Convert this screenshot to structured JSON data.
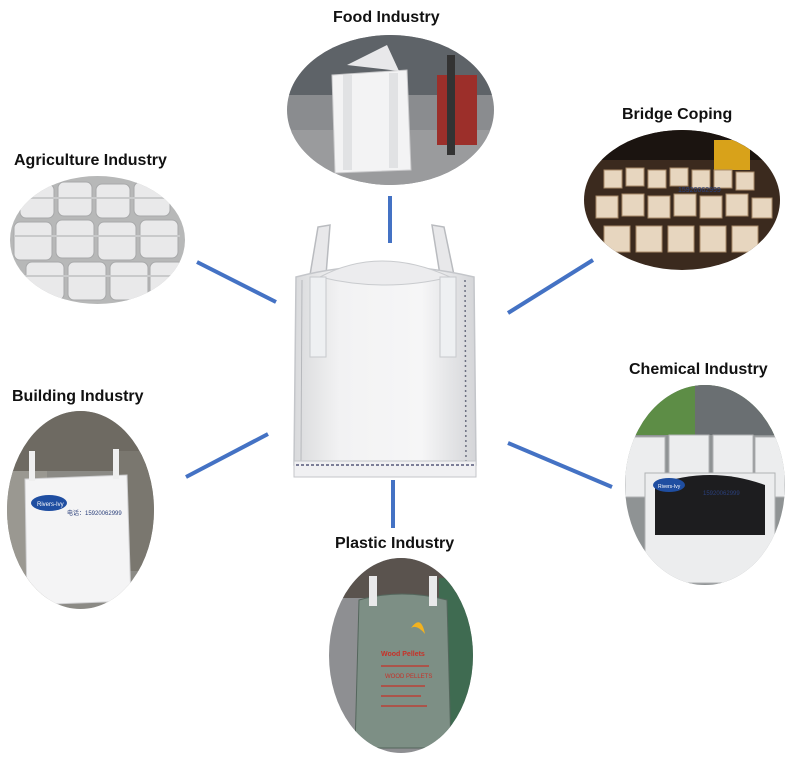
{
  "labels": {
    "food": "Food Industry",
    "bridge": "Bridge Coping",
    "agriculture": "Agriculture Industry",
    "building": "Building Industry",
    "chemical": "Chemical Industry",
    "plastic": "Plastic Industry"
  },
  "photo_text": {
    "building_logo": "Rivers-Ivy",
    "building_phone": "电话：15920062999",
    "chemical_logo": "Rivers-Ivy",
    "bridge_phone": "15920062999",
    "chemical_phone": "15920062999",
    "plastic_bag_title": "Wood Pellets",
    "plastic_bag_sub": "WOOD PELLETS"
  },
  "colors": {
    "connector": "#4472c4"
  }
}
